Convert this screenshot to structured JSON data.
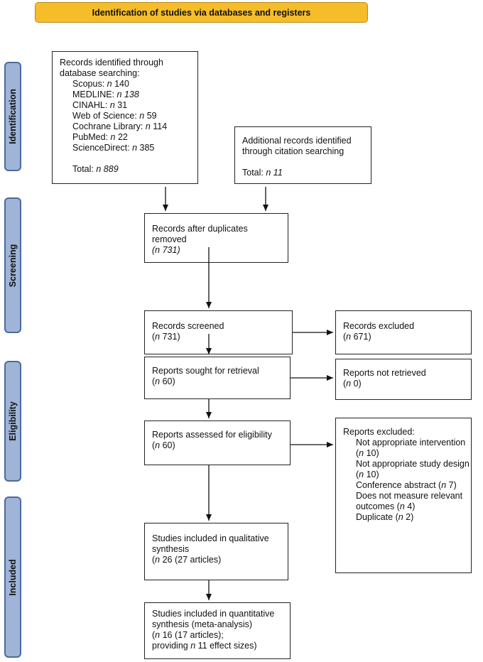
{
  "header": {
    "title": "Identification of studies via databases and registers"
  },
  "phases": {
    "identification": "Identification",
    "screening": "Screening",
    "eligibility": "Eligibility",
    "included": "Included"
  },
  "database_search": {
    "line1": "Records identified through",
    "line2": "database searching:",
    "sources": [
      {
        "name": "Scopus:",
        "n": "n",
        "value": "140",
        "italic_value": false
      },
      {
        "name": "MEDLINE:",
        "n": "n",
        "value": "138",
        "italic_value": true
      },
      {
        "name": "CINAHL:",
        "n": "n",
        "value": "31",
        "italic_value": false
      },
      {
        "name": "Web of Science:",
        "n": "n",
        "value": "59",
        "italic_value": false
      },
      {
        "name": "Cochrane Library:",
        "n": "n",
        "value": "114",
        "italic_value": false
      },
      {
        "name": "PubMed:",
        "n": "n",
        "value": "22",
        "italic_value": false
      },
      {
        "name": "ScienceDirect:",
        "n": "n",
        "value": "385",
        "italic_value": false
      }
    ],
    "total_label": "Total:",
    "total_value": "n 889"
  },
  "citation_search": {
    "line1": "Additional records identified",
    "line2": "through citation searching",
    "total_label": "Total:",
    "total_value": "n 11"
  },
  "after_duplicates": {
    "line1": "Records after duplicates",
    "line2": "removed",
    "line3": "(n 731)"
  },
  "screened": {
    "line1": "Records screened",
    "n": "n",
    "rest": " 731)"
  },
  "excluded_records": {
    "line1": "Records excluded",
    "n": "n",
    "rest": " 671)"
  },
  "sought": {
    "line1": "Reports sought for retrieval",
    "n": "n",
    "rest": " 60)"
  },
  "not_retrieved": {
    "line1": "Reports not retrieved",
    "n": "n",
    "rest": " 0)"
  },
  "assessed": {
    "line1": "Reports assessed for eligibility",
    "n": "n",
    "rest": " 60)"
  },
  "reports_excluded": {
    "title": "Reports excluded:",
    "reasons": [
      {
        "text": "Not appropriate intervention",
        "count_n": "n",
        "count_rest": " 10)"
      },
      {
        "text": "Not appropriate study design",
        "count_n": "n",
        "count_rest": " 10)"
      },
      {
        "text": "Conference abstract (",
        "inline_n": "n",
        "inline_rest": " 7)"
      },
      {
        "text": "Does not measure relevant",
        "line2": "outcomes (",
        "inline_n": "n",
        "inline_rest": " 4)"
      },
      {
        "text": "Duplicate (",
        "inline_n": "n",
        "inline_rest": " 2)"
      }
    ]
  },
  "qualitative": {
    "line1": "Studies included in qualitative",
    "line2": "synthesis",
    "n": "n",
    "rest": " 26 (27 articles)"
  },
  "quantitative": {
    "line1": "Studies included in quantitative",
    "line2": "synthesis (meta-analysis)",
    "n": "n",
    "rest": " 16 (17 articles);",
    "line4_pre": "providing ",
    "line4_n": "n",
    "line4_rest": " 11 effect sizes)"
  },
  "colors": {
    "header_fill": "#f6bd2b",
    "phase_fill": "#9fb4d6",
    "phase_border": "#4c6aa1"
  }
}
